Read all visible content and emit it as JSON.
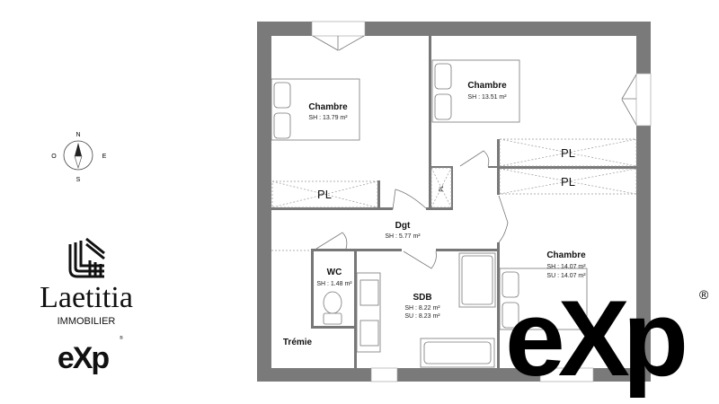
{
  "compass": {
    "n": "N",
    "e": "E",
    "s": "S",
    "o": "O"
  },
  "brand": {
    "name": "Laetitia",
    "tagline": "IMMOBILIER",
    "partner_logo": "eXp",
    "big_logo": "eXp",
    "registered": "®"
  },
  "colors": {
    "wall": "#7a7a7a",
    "logo": "#000000"
  },
  "rooms": [
    {
      "name": "Chambre",
      "area1": "SH : 13.79 m²"
    },
    {
      "name": "Chambre",
      "area1": "SH : 13.51 m²"
    },
    {
      "name": "Dgt",
      "area1": "SH : 5.77 m²"
    },
    {
      "name": "WC",
      "area1": "SH : 1.48 m²"
    },
    {
      "name": "SDB",
      "area1": "SH : 8.22 m²",
      "area2": "SU : 8.23 m²"
    },
    {
      "name": "Chambre",
      "area1": "SH : 14.07 m²",
      "area2": "SU : 14.07 m²"
    },
    {
      "name": "Trémie"
    }
  ],
  "closets": [
    "PL",
    "PL",
    "PL",
    "PL"
  ]
}
